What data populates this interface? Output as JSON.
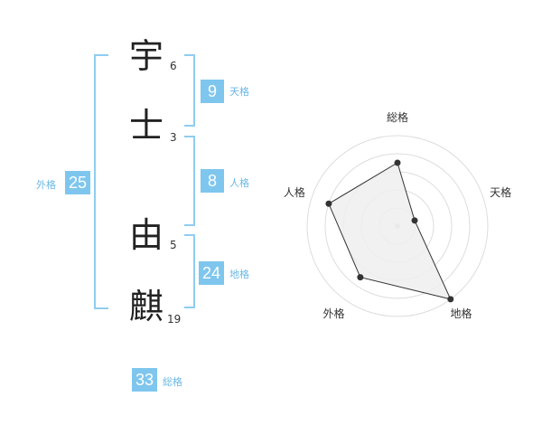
{
  "name": {
    "chars": [
      {
        "char": "宇",
        "strokes": "6"
      },
      {
        "char": "士",
        "strokes": "3"
      },
      {
        "char": "由",
        "strokes": "5"
      },
      {
        "char": "麒",
        "strokes": "19"
      }
    ]
  },
  "fortunes": {
    "tenkaku": {
      "label": "天格",
      "value": "9"
    },
    "jinkaku": {
      "label": "人格",
      "value": "8"
    },
    "chikaku": {
      "label": "地格",
      "value": "24"
    },
    "gaikaku": {
      "label": "外格",
      "value": "25"
    },
    "soukaku": {
      "label": "総格",
      "value": "33"
    }
  },
  "colors": {
    "accent": "#7ec6ee",
    "bracket": "#8fcdf0",
    "label": "#6bb8e4",
    "radar_fill": "#efefef",
    "radar_line": "#333333",
    "grid": "#dddddd"
  },
  "chart_data": {
    "type": "radar",
    "axes": [
      "総格",
      "天格",
      "地格",
      "外格",
      "人格"
    ],
    "values": [
      3.5,
      1.0,
      5.0,
      3.5,
      4.0
    ],
    "max": 5,
    "rings": 5
  }
}
